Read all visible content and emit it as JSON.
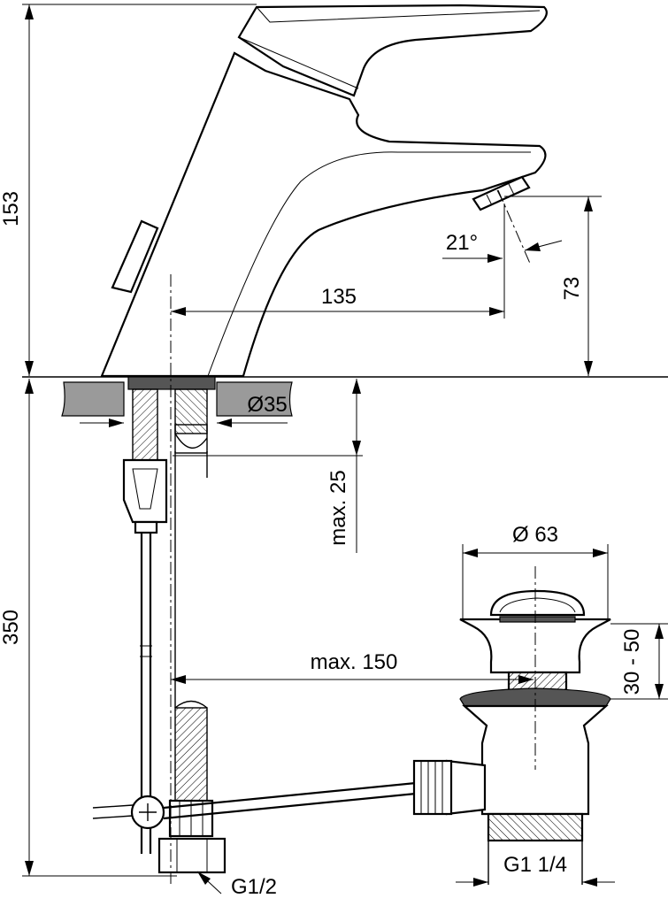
{
  "dimensions": {
    "height_total": "153",
    "spout_reach": "135",
    "spout_angle": "21°",
    "spout_height": "73",
    "hole_diameter": "Ø35",
    "deck_thickness": "max. 25",
    "below_deck": "350",
    "waste_diameter": "Ø 63",
    "waste_offset": "max. 150",
    "waste_range": "30 - 50",
    "waste_thread": "G1 1/4",
    "supply_thread": "G1/2"
  }
}
